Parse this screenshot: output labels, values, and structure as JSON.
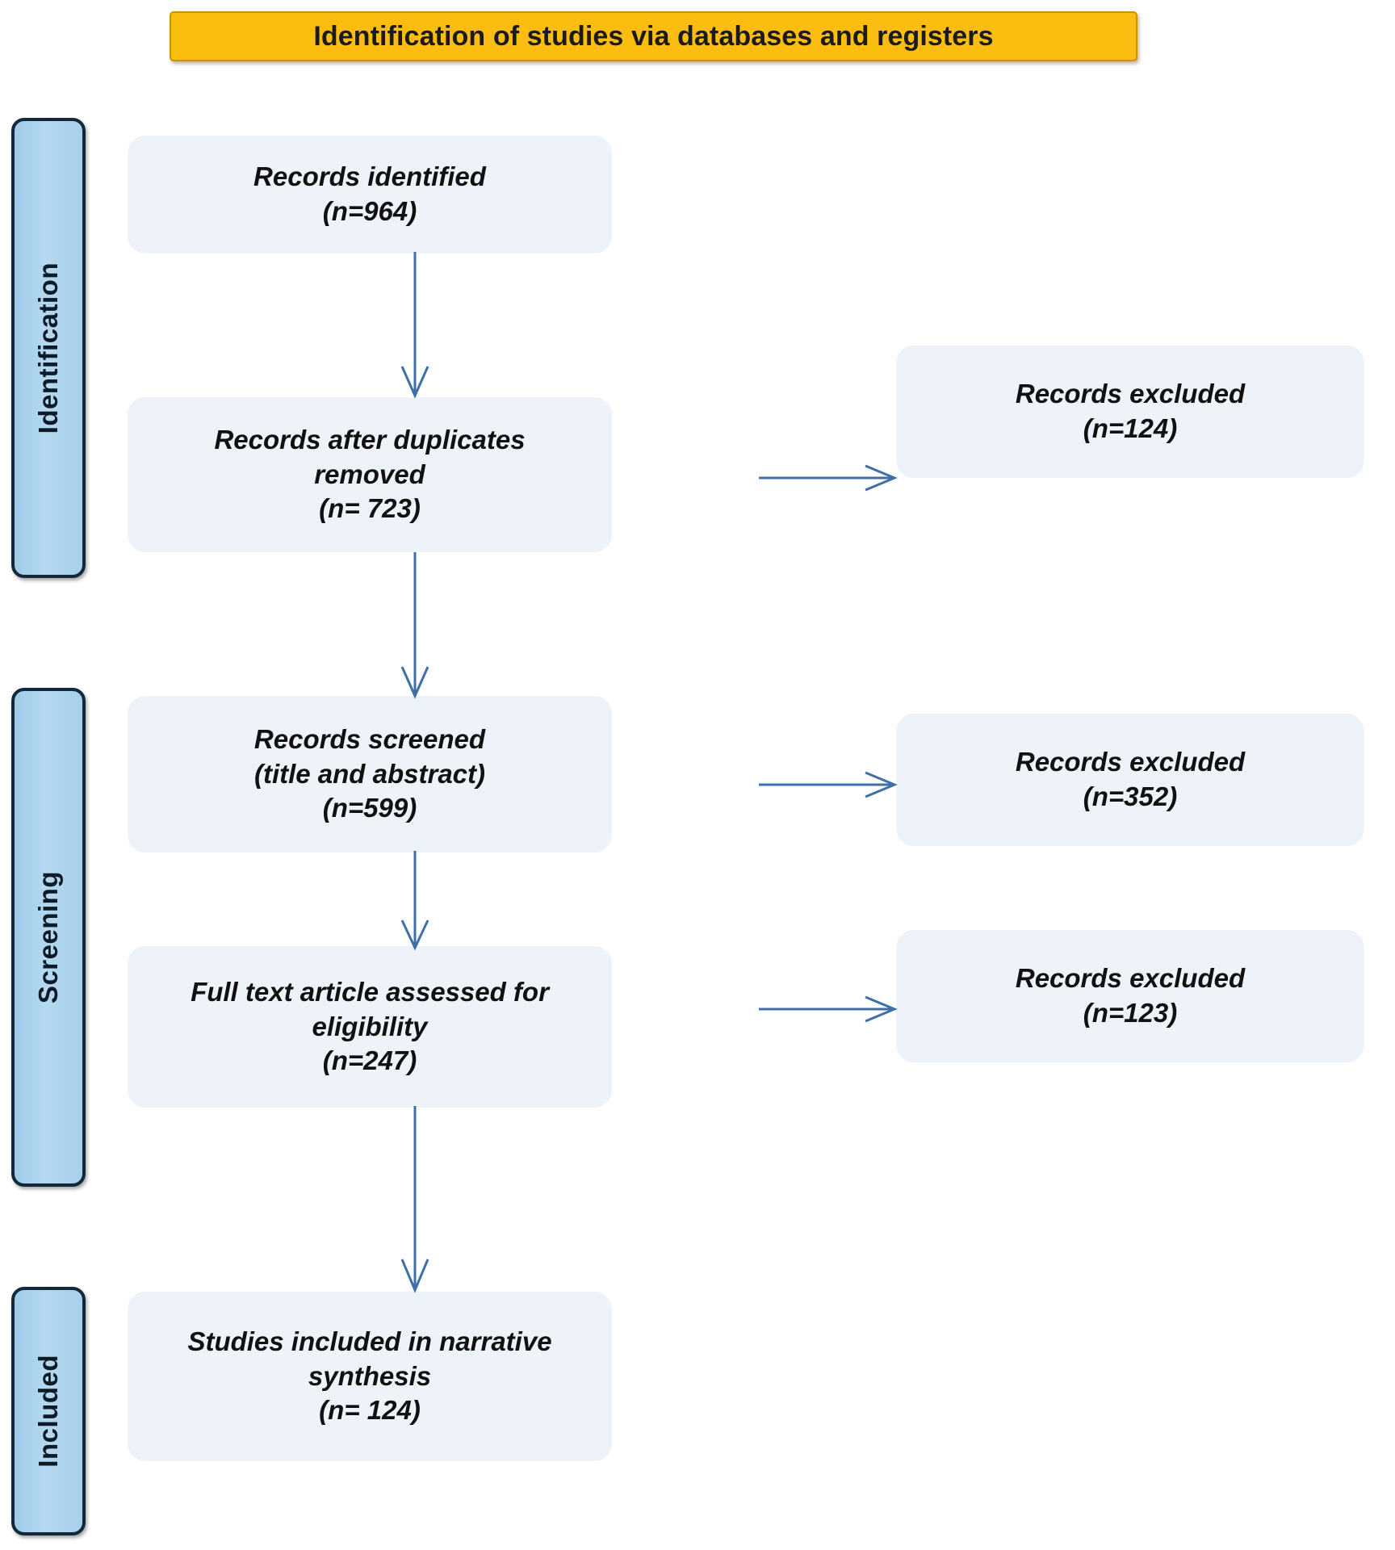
{
  "header": {
    "title": "Identification of studies via databases and registers",
    "bar_color": "#FBBE10",
    "text_color": "#1b1b1b"
  },
  "theme": {
    "phase_fill": "#A9D2EC",
    "phase_border": "#13283A",
    "node_fill": "#EEF3FA",
    "arrow_color": "#3F6FA8",
    "text_color": "#111111"
  },
  "phases": [
    {
      "id": "identification",
      "label": "Identification"
    },
    {
      "id": "screening",
      "label": "Screening"
    },
    {
      "id": "included",
      "label": "Included"
    }
  ],
  "nodes": {
    "identified": {
      "lines": [
        "Records identified",
        "(n=964)"
      ],
      "line1": "Records identified",
      "line2": "(n=964)",
      "line3": "",
      "count": 964
    },
    "duplicates": {
      "line1": "Records after duplicates",
      "line2": "removed",
      "line3": "(n= 723)",
      "count": 723
    },
    "screened": {
      "line1": "Records screened",
      "line2": "(title and abstract)",
      "line3": "(n=599)",
      "count": 599
    },
    "fulltext": {
      "line1": "Full text article assessed for",
      "line2": "eligibility",
      "line3": "(n=247)",
      "count": 247
    },
    "included": {
      "line1": "Studies included in narrative",
      "line2": "synthesis",
      "line3": "(n= 124)",
      "count": 124
    },
    "excluded_1": {
      "line1": "Records excluded",
      "line2": "(n=124)",
      "count": 124
    },
    "excluded_2": {
      "line1": "Records excluded",
      "line2": "(n=352)",
      "count": 352
    },
    "excluded_3": {
      "line1": "Records excluded",
      "line2": "(n=123)",
      "count": 123
    }
  },
  "arrows": [
    {
      "id": "v1",
      "from": "identified",
      "to": "duplicates",
      "direction": "down"
    },
    {
      "id": "v2",
      "from": "duplicates",
      "to": "screened",
      "direction": "down"
    },
    {
      "id": "v3",
      "from": "screened",
      "to": "fulltext",
      "direction": "down"
    },
    {
      "id": "v4",
      "from": "fulltext",
      "to": "included",
      "direction": "down"
    },
    {
      "id": "h1",
      "from": "duplicates",
      "to": "excluded_1",
      "direction": "right"
    },
    {
      "id": "h2",
      "from": "screened",
      "to": "excluded_2",
      "direction": "right"
    },
    {
      "id": "h3",
      "from": "fulltext",
      "to": "excluded_3",
      "direction": "right"
    }
  ]
}
